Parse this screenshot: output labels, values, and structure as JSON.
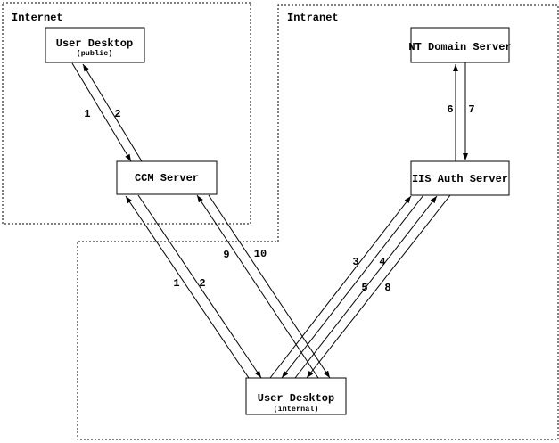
{
  "zones": [
    {
      "label": "Internet"
    },
    {
      "label": "Intranet"
    }
  ],
  "nodes": {
    "user_desktop_public": {
      "label": "User Desktop",
      "sublabel": "(public)"
    },
    "nt_domain_server": {
      "label": "NT Domain Server"
    },
    "ccm_server": {
      "label": "CCM Server"
    },
    "iis_auth_server": {
      "label": "IIS Auth Server"
    },
    "user_desktop_internal": {
      "label": "User Desktop",
      "sublabel": "(internal)"
    }
  },
  "arrow_labels": {
    "step1_public": "1",
    "step2_public": "2",
    "step1_internal": "1",
    "step2_internal": "2",
    "step3": "3",
    "step4": "4",
    "step5": "5",
    "step6": "6",
    "step7": "7",
    "step8": "8",
    "step9": "9",
    "step10": "10"
  },
  "colors": {
    "line": "#000000",
    "background": "#ffffff"
  }
}
